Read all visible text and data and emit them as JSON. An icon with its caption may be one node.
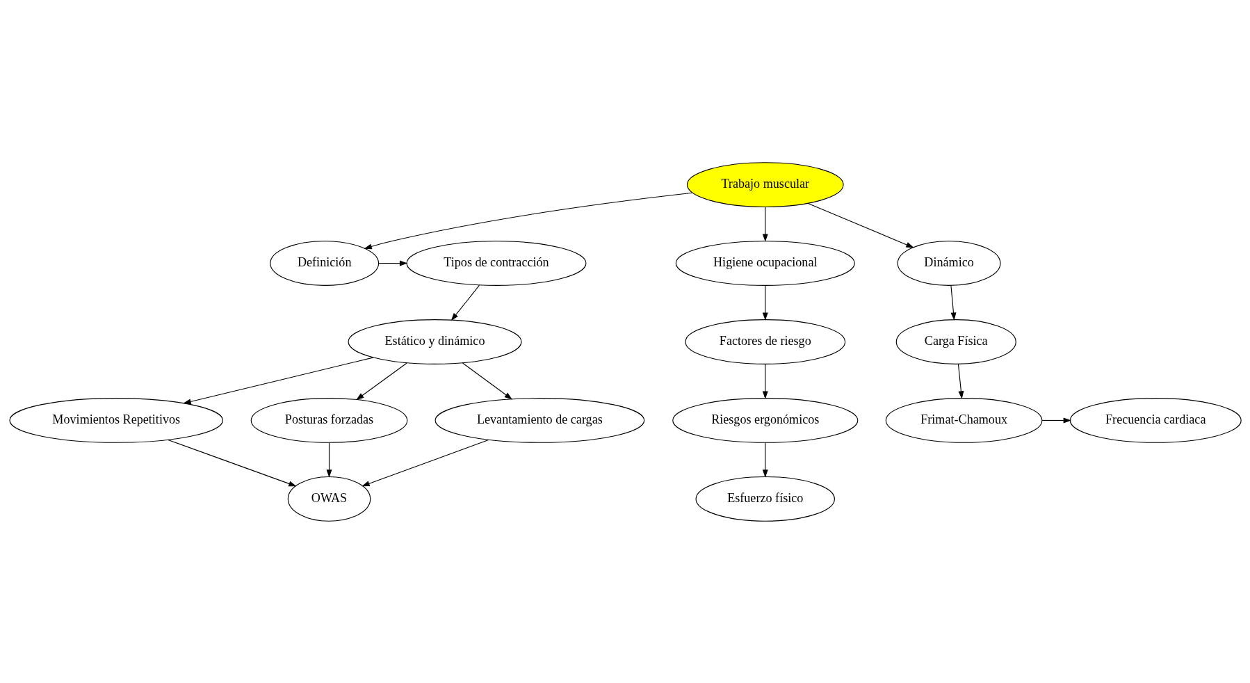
{
  "diagram": {
    "nodes": [
      {
        "text": [
          "Trabajo muscular"
        ]
      },
      {
        "text": [
          "Definición"
        ]
      },
      {
        "text": [
          "Tipos de contracción"
        ]
      },
      {
        "text": [
          "Higiene ocupacional"
        ]
      },
      {
        "text": [
          "Dinámico"
        ]
      },
      {
        "text": [
          "Estático y dinámico"
        ]
      },
      {
        "text": [
          "Factores de riesgo"
        ]
      },
      {
        "text": [
          "Carga Física"
        ]
      },
      {
        "text": [
          "Movimientos Repetitivos"
        ]
      },
      {
        "text": [
          "Posturas forzadas"
        ]
      },
      {
        "text": [
          "Levantamiento de cargas"
        ]
      },
      {
        "text": [
          "Riesgos ergonómicos"
        ]
      },
      {
        "text": [
          "Frimat-Chamoux"
        ]
      },
      {
        "text": [
          "Frecuencia cardiaca"
        ]
      },
      {
        "text": [
          "OWAS"
        ]
      },
      {
        "text": [
          "Esfuerzo físico"
        ]
      }
    ],
    "edges": [
      {
        "from": 0,
        "to": 1,
        "arrow": "to"
      },
      {
        "from": 0,
        "to": 3,
        "arrow": "to"
      },
      {
        "from": 0,
        "to": 4,
        "arrow": "to"
      },
      {
        "from": 1,
        "to": 2,
        "arrow": "to"
      },
      {
        "from": 2,
        "to": 5,
        "arrow": "to"
      },
      {
        "from": 5,
        "to": 8,
        "arrow": "to"
      },
      {
        "from": 5,
        "to": 9,
        "arrow": "to"
      },
      {
        "from": 5,
        "to": 10,
        "arrow": "to"
      },
      {
        "from": 3,
        "to": 6,
        "arrow": "to"
      },
      {
        "from": 6,
        "to": 11,
        "arrow": "to"
      },
      {
        "from": 11,
        "to": 15,
        "arrow": "to"
      },
      {
        "from": 4,
        "to": 7,
        "arrow": "to"
      },
      {
        "from": 7,
        "to": 12,
        "arrow": "to"
      },
      {
        "from": 12,
        "to": 13,
        "arrow": "to"
      },
      {
        "from": 8,
        "to": 14,
        "arrow": "to"
      },
      {
        "from": 9,
        "to": 14,
        "arrow": "to"
      },
      {
        "from": 10,
        "to": 14,
        "arrow": "to"
      }
    ]
  }
}
